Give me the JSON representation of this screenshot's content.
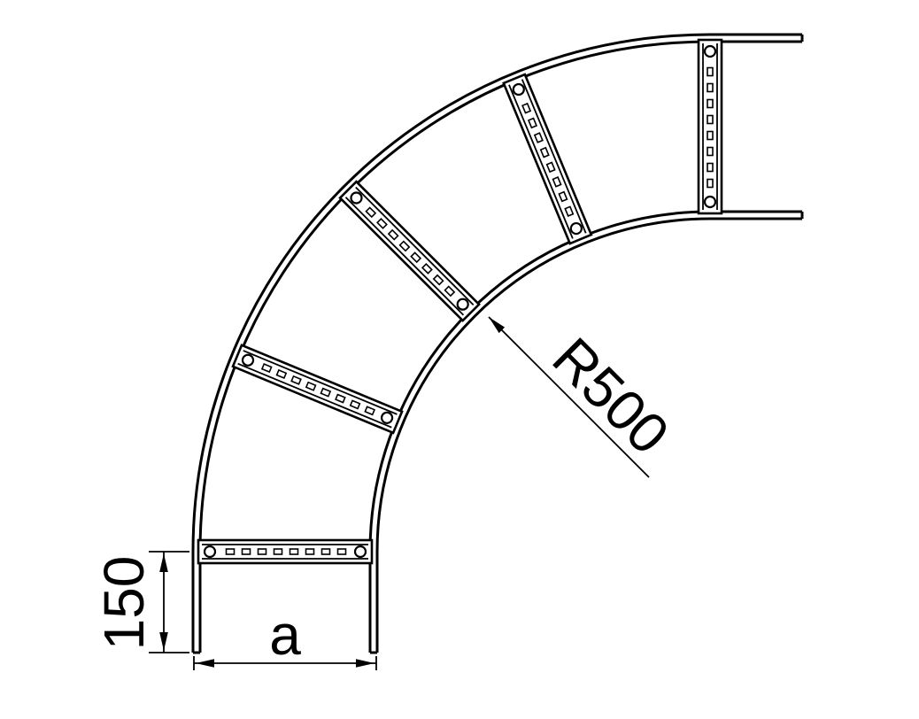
{
  "drawing": {
    "labels": {
      "radius": "R500",
      "width": "a",
      "straight_end": "150"
    },
    "colors": {
      "line": "#000000",
      "background": "#ffffff"
    }
  }
}
